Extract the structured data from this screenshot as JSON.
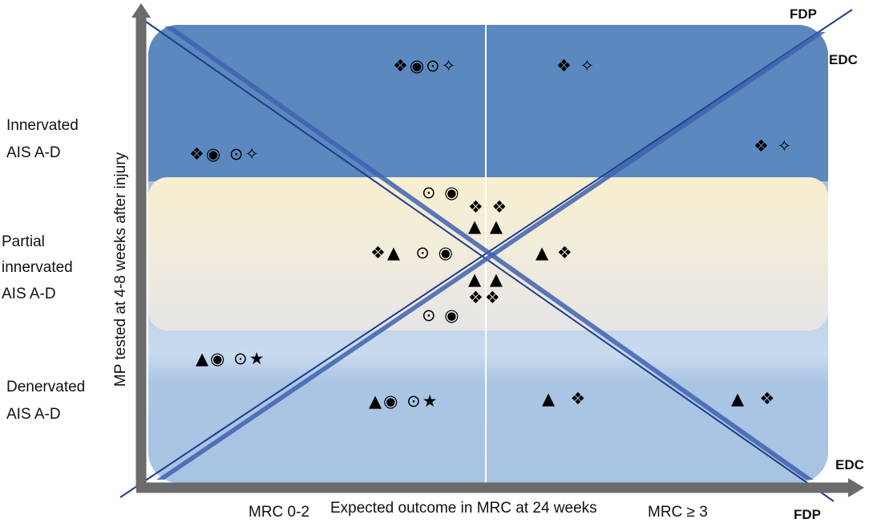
{
  "y_axis_title": "MP tested at 4-8 weeks after injury",
  "x_axis_title": "Expected outcome in MRC at 24 weeks",
  "x_ticks": {
    "left": "MRC 0-2",
    "right": "MRC ≥ 3"
  },
  "row_labels": {
    "innervated": [
      "Innervated",
      "AIS A-D"
    ],
    "partial": [
      "Partial",
      "innervated",
      "AIS A-D"
    ],
    "denervated": [
      "Denervated",
      "AIS A-D"
    ]
  },
  "corner_labels": {
    "top_fdp": "FDP",
    "top_edc": "EDC",
    "bottom_edc": "EDC",
    "bottom_fdp": "FDP"
  },
  "symbol_groups": {
    "top_center": "❖◉⊙✧",
    "top_right": "❖ ✧",
    "innervated_left": "❖◉ ⊙✧",
    "innervated_right": "❖ ✧",
    "center_top_circles": "⊙ ◉",
    "center_top_diamonds": "❖ ❖",
    "center_top_triangles": "▲ ▲",
    "center_left": "❖▲  ⊙ ◉",
    "center_right": "▲ ❖",
    "center_bottom_triangles": "▲ ▲",
    "center_bottom_diamonds": "❖❖",
    "center_bottom_circles": "⊙ ◉",
    "denervated_left": "▲◉ ⊙★",
    "denervated_center": "▲◉ ⊙★",
    "denervated_right": "▲  ❖",
    "denervated_far_right": "▲  ❖"
  },
  "colors": {
    "innervated_band": "#5b88be",
    "partial_band": "#f7efd2",
    "denervated_band": "#a8c4e3",
    "lines": "#1f3d8c",
    "axis": "#6b6b6b"
  }
}
